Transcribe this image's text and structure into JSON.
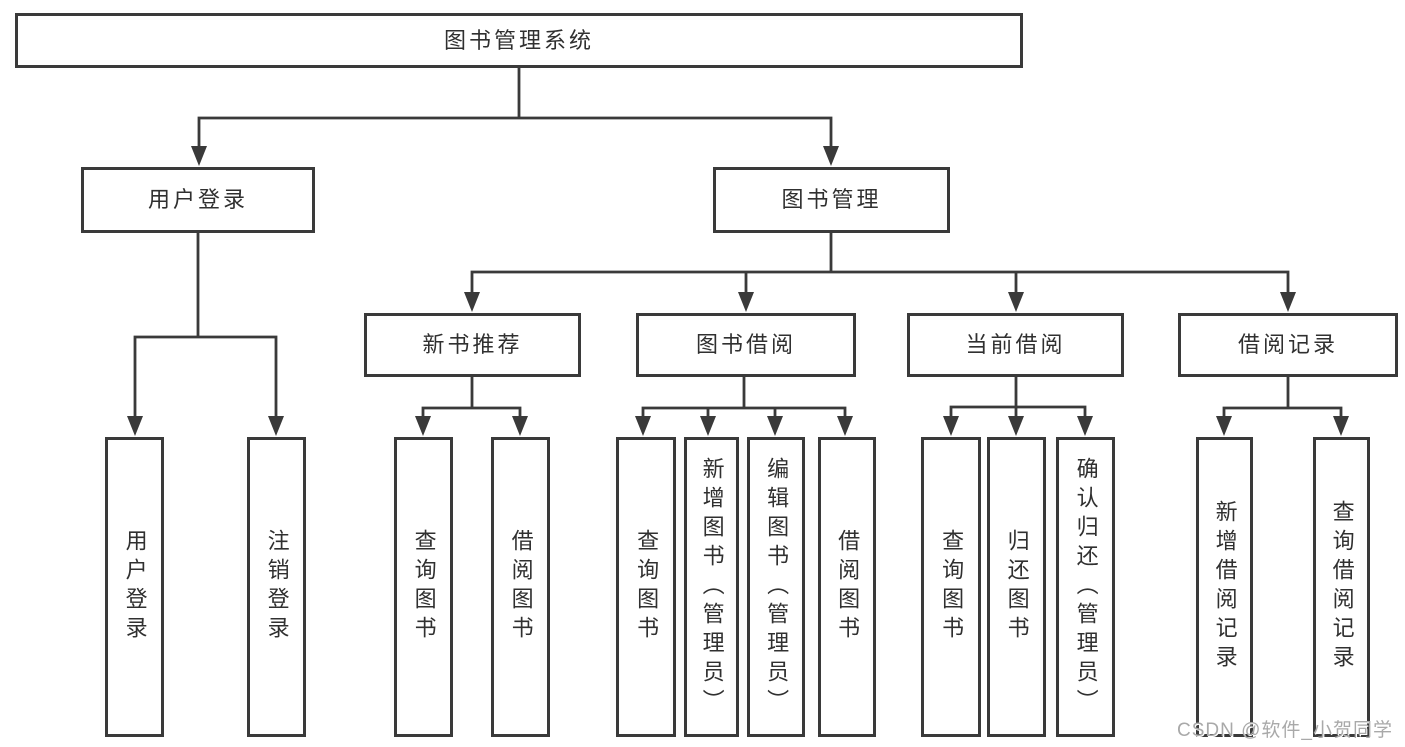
{
  "diagram": {
    "root": {
      "label": "图书管理系统",
      "children": [
        {
          "label": "用户登录",
          "children": [
            {
              "label": "用户登录"
            },
            {
              "label": "注销登录"
            }
          ]
        },
        {
          "label": "图书管理",
          "children": [
            {
              "label": "新书推荐",
              "children": [
                {
                  "label": "查询图书"
                },
                {
                  "label": "借阅图书"
                }
              ]
            },
            {
              "label": "图书借阅",
              "children": [
                {
                  "label": "查询图书"
                },
                {
                  "label": "新增图书（管理员）"
                },
                {
                  "label": "编辑图书（管理员）"
                },
                {
                  "label": "借阅图书"
                }
              ]
            },
            {
              "label": "当前借阅",
              "children": [
                {
                  "label": "查询图书"
                },
                {
                  "label": "归还图书"
                },
                {
                  "label": "确认归还（管理员）"
                }
              ]
            },
            {
              "label": "借阅记录",
              "children": [
                {
                  "label": "新增借阅记录"
                },
                {
                  "label": "查询借阅记录"
                }
              ]
            }
          ]
        }
      ]
    }
  },
  "watermark": "CSDN @软件_小贺同学",
  "colors": {
    "line": "#3a3a3a",
    "box_border": "#3a3a3a",
    "text": "#303030",
    "background": "#ffffff",
    "watermark": "#a9a9a9"
  }
}
